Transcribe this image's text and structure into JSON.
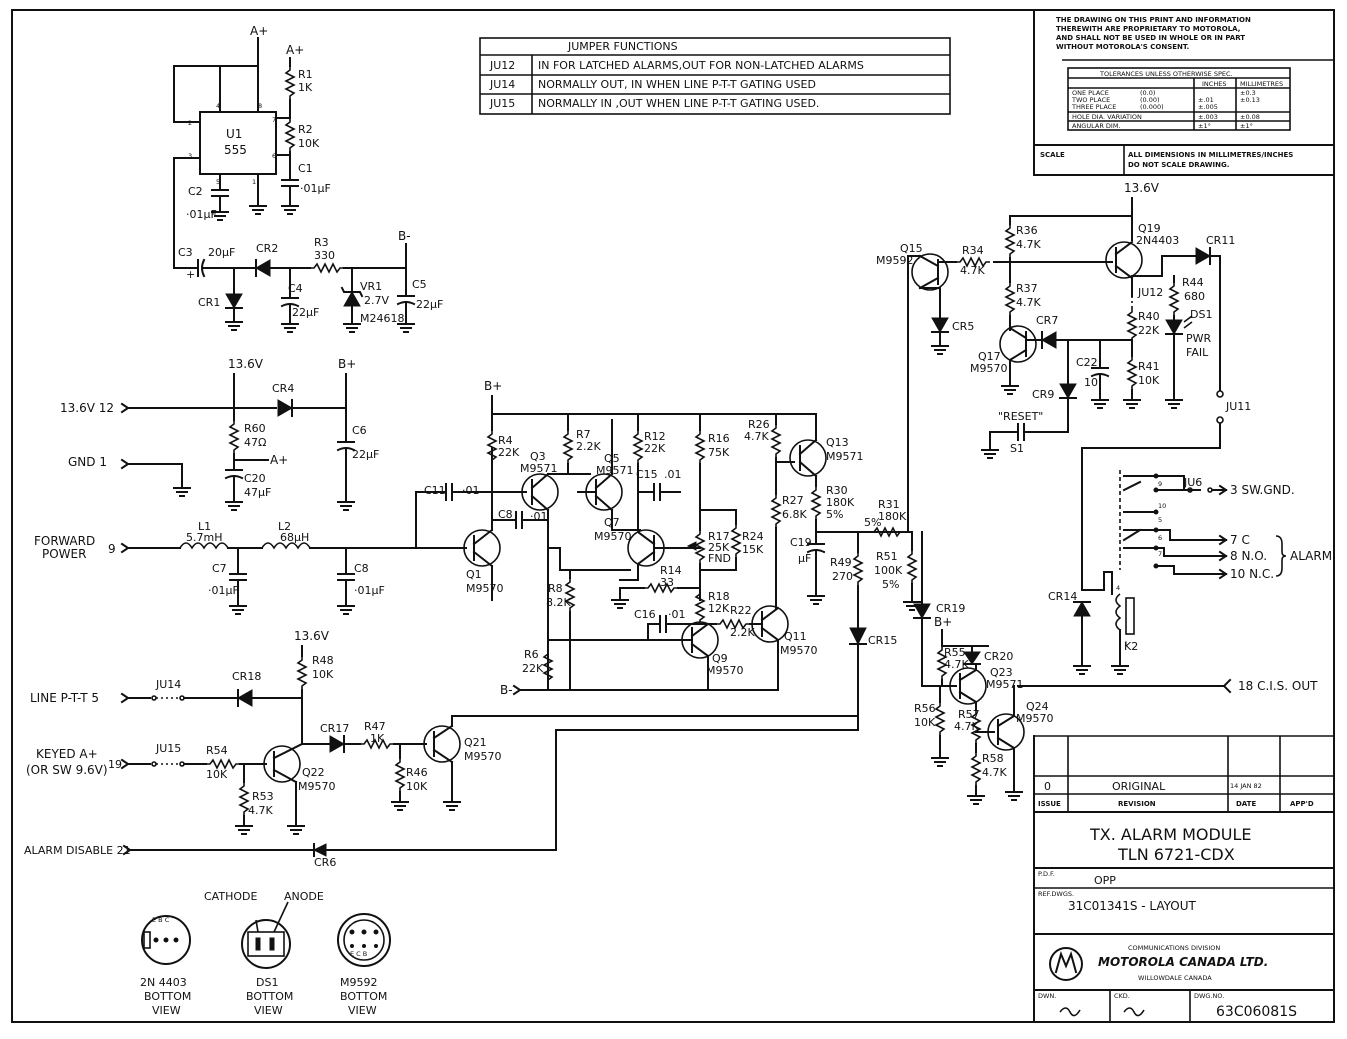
{
  "jumper_table": {
    "title": "JUMPER FUNCTIONS",
    "rows": [
      {
        "id": "JU12",
        "text": "IN FOR LATCHED ALARMS,OUT FOR NON-LATCHED ALARMS"
      },
      {
        "id": "JU14",
        "text": "NORMALLY OUT, IN WHEN LINE P-T-T GATING USED"
      },
      {
        "id": "JU15",
        "text": "NORMALLY IN ,OUT WHEN LINE P-T-T GATING USED."
      }
    ]
  },
  "proprietary": {
    "lines": [
      "THE DRAWING ON THIS PRINT AND INFORMATION",
      "THEREWITH ARE PROPRIETARY TO MOTOROLA,",
      "AND SHALL NOT BE USED IN WHOLE OR IN PART",
      "WITHOUT MOTOROLA'S CONSENT."
    ]
  },
  "tolerances": {
    "title": "TOLERANCES UNLESS OTHERWISE SPEC.",
    "col_inches": "INCHES",
    "col_mm": "MILLIMETRES",
    "rows": [
      {
        "label": "ONE PLACE",
        "fmt": "(0.0)",
        "inch": "",
        "mm": "±0.3"
      },
      {
        "label": "TWO PLACE",
        "fmt": "(0.00)",
        "inch": "±.01",
        "mm": "±0.13"
      },
      {
        "label": "THREE PLACE",
        "fmt": "(0.000)",
        "inch": "±.005",
        "mm": ""
      },
      {
        "label": "HOLE DIA. VARIATION",
        "fmt": "",
        "inch": "±.003",
        "mm": "±0.08"
      },
      {
        "label": "ANGULAR DIM.",
        "fmt": "",
        "inch": "±1°",
        "mm": "±1°"
      }
    ],
    "scale_label": "SCALE",
    "scale_note1": "ALL DIMENSIONS IN MILLIMETRES/INCHES",
    "scale_note2": "DO NOT SCALE DRAWING."
  },
  "title_block": {
    "rev_issue": "0",
    "rev_text": "ORIGINAL",
    "rev_date": "14 JAN 82",
    "hdr_issue": "ISSUE",
    "hdr_revision": "REVISION",
    "hdr_date": "DATE",
    "hdr_appd": "APP'D",
    "title1": "TX. ALARM MODULE",
    "title2": "TLN 6721-CDX",
    "pdf_label": "P.D.F.",
    "pdf_value": "OPP",
    "refdwg_label": "REF.DWGS.",
    "refdwg_value": "31C01341S   - LAYOUT",
    "company_div": "COMMUNICATIONS DIVISION",
    "company": "MOTOROLA CANADA LTD.",
    "city": "WILLOWDALE  CANADA",
    "dwn_label": "DWN.",
    "ckd_label": "CKD.",
    "dwgno_label": "DWG.NO.",
    "dwgno": "63C06081S"
  },
  "inputs": {
    "v136": "13.6V 12",
    "gnd": "GND 1",
    "fwd1": "FORWARD",
    "fwd2": "POWER",
    "fwd_pin": "9",
    "lineptt": "LINE P-T-T 5",
    "keyed1": "KEYED A+",
    "keyed2": "(OR SW 9.6V)",
    "keyed_pin": "19",
    "alarm_disable": "ALARM DISABLE 21"
  },
  "outputs": {
    "swgnd": "3   SW.GND.",
    "c": "7 C",
    "no": "8 N.O.",
    "nc": "10 N.C.",
    "alarm": "ALARM",
    "cis": "18  C.I.S. OUT"
  },
  "rails": {
    "aplus": "A+",
    "bplus": "B+",
    "bminus": "B-",
    "v136": "13.6V"
  },
  "components": {
    "U1": "U1",
    "U1v": "555",
    "R1": "R1",
    "R1v": "1K",
    "R2": "R2",
    "R2v": "10K",
    "C1": "C1",
    "C1v": "·01μF",
    "C2": "C2",
    "C2v": "·01μF",
    "C3": "C3",
    "C3v": "20μF",
    "CR1": "CR1",
    "CR2": "CR2",
    "R3": "R3",
    "R3v": "330",
    "C4": "C4",
    "C4v": "22μF",
    "VR1": "VR1",
    "VR1v": "2.7V",
    "VR1p": "M24618",
    "C5": "C5",
    "C5v": "22μF",
    "R60": "R60",
    "R60v": "47Ω",
    "C20": "C20",
    "C20v": "47μF",
    "CR4": "CR4",
    "C6": "C6",
    "C6v": "22μF",
    "L1": "L1",
    "L1v": "5.7mH",
    "L2": "L2",
    "L2v": "68μH",
    "C7": "C7",
    "C7v": "·01μF",
    "C8": "C8",
    "C8v": "·01μF",
    "C11": "C11",
    "C11v": "·01",
    "CB": "C8",
    "CBv": "·01",
    "R4": "R4",
    "R4v": "22K",
    "Q1": "Q1",
    "Q1p": "M9570",
    "Q3": "Q3",
    "Q3p": "M9571",
    "R7": "R7",
    "R7v": "2.2K",
    "Q5": "Q5",
    "Q5p": "M9571",
    "R12": "R12",
    "R12v": "22K",
    "C15": "C15",
    "C15v": ".01",
    "Q7": "Q7",
    "Q7p": "M9570",
    "R8": "R8",
    "R8v": "8.2K",
    "R6": "R6",
    "R6v": "22K",
    "R14": "R14",
    "R14v": "33",
    "R16": "R16",
    "R16v": "75K",
    "R17": "R17",
    "R17v": "25K",
    "R17f": "FND",
    "R24": "R24",
    "R24v": "15K",
    "R18": "R18",
    "R18v": "12K",
    "C16": "C16",
    "C16v": "·01",
    "Q9": "Q9",
    "Q9p": "M9570",
    "R22": "R22",
    "R22v": "2.2K",
    "Q11": "Q11",
    "Q11p": "M9570",
    "R26": "R26",
    "R26v": "4.7K",
    "R27": "R27",
    "R27v": "6.8K",
    "Q13": "Q13",
    "Q13p": "M9571",
    "R30": "R30",
    "R30v": "180K",
    "R30t": "5%",
    "R31": "R31",
    "R31v": "180K",
    "R31t": "5%",
    "C19": "C19",
    "C19v": "μF",
    "R49": "R49",
    "R49v": "270",
    "R51": "R51",
    "R51v": "100K",
    "R51t": "5%",
    "CR15": "CR15",
    "Q15": "Q15",
    "Q15p": "M9592",
    "R34": "R34",
    "R34v": "4.7K",
    "CR5": "CR5",
    "R36": "R36",
    "R36v": "4.7K",
    "R37": "R37",
    "R37v": "4.7K",
    "Q17": "Q17",
    "Q17p": "M9570",
    "CR7": "CR7",
    "Q19": "Q19",
    "Q19p": "2N4403",
    "CR11": "CR11",
    "R44": "R44",
    "R44v": "680",
    "DS1": "DS1",
    "DS1a": "PWR",
    "DS1b": "FAIL",
    "JU12": "JU12",
    "R40": "R40",
    "R40v": "22K",
    "C22": "C22",
    "C22v": "10",
    "R41": "R41",
    "R41v": "10K",
    "CR9": "CR9",
    "S1": "S1",
    "S1n": "\"RESET\"",
    "JU11": "JU11",
    "JU6": "JU6",
    "CR14": "CR14",
    "K2": "K2",
    "CR19": "CR19",
    "R55": "R55",
    "R55v": "4.7K",
    "CR20": "CR20",
    "Q23": "Q23",
    "Q23p": "M9571",
    "R56": "R56",
    "R56v": "10K",
    "R57": "R57",
    "R57v": "4.7K",
    "Q24": "Q24",
    "Q24p": "M9570",
    "R58": "R58",
    "R58v": "4.7K",
    "JU14": "JU14",
    "CR18": "CR18",
    "R48": "R48",
    "R48v": "10K",
    "JU15": "JU15",
    "R54": "R54",
    "R54v": "10K",
    "R53": "R53",
    "R53v": "4.7K",
    "Q22": "Q22",
    "Q22p": "M9570",
    "CR17": "CR17",
    "R47": "R47",
    "R47v": "1K",
    "R46": "R46",
    "R46v": "10K",
    "Q21": "Q21",
    "Q21p": "M9570",
    "CR6": "CR6"
  },
  "bottom_views": [
    {
      "pins": "E  B  C",
      "name": "2N 4403",
      "l2": "BOTTOM",
      "l3": "VIEW"
    },
    {
      "pins": "",
      "name": "DS1",
      "l2": "BOTTOM",
      "l3": "VIEW",
      "cathode": "CATHODE",
      "anode": "ANODE"
    },
    {
      "pins": "E  C  B",
      "name": "M9592",
      "l2": "BOTTOM",
      "l3": "VIEW"
    }
  ]
}
